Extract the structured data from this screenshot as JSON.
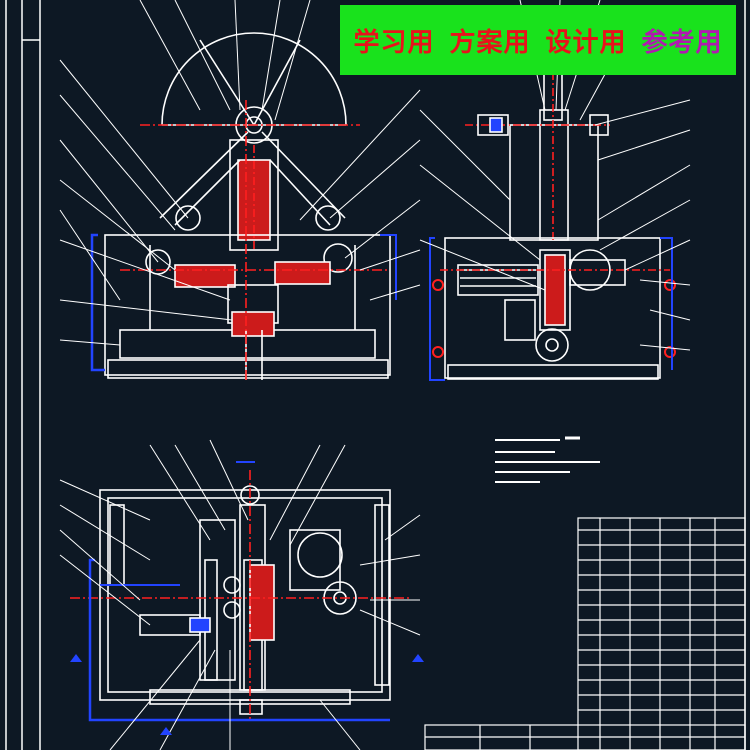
{
  "banner": {
    "items": [
      {
        "text": "学习用",
        "color": "#e8131b"
      },
      {
        "text": "方案用",
        "color": "#e8131b"
      },
      {
        "text": "设计用",
        "color": "#e8131b"
      },
      {
        "text": "参考用",
        "color": "#b01ab0"
      }
    ]
  },
  "colors": {
    "background": "#0d1824",
    "linework": "#ffffff",
    "centerline": "#ff2020",
    "dimension": "#2244ff",
    "banner_bg": "#19e21c"
  },
  "drawing": {
    "views": [
      "front-view",
      "side-view",
      "top-view"
    ],
    "has_title_block": true,
    "has_technical_notes": true
  }
}
